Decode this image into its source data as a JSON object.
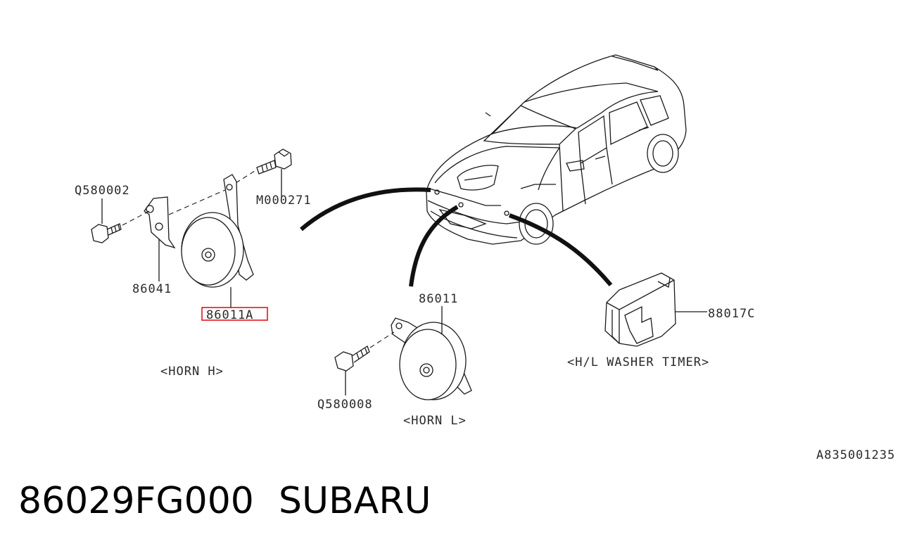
{
  "diagram": {
    "labels": {
      "q580002": "Q580002",
      "m000271": "M000271",
      "p86041": "86041",
      "p86011a": "86011A",
      "p86011": "86011",
      "q580008": "Q580008",
      "p88017c": "88017C",
      "ref_code": "A835001235"
    },
    "captions": {
      "horn_h": "<HORN H>",
      "horn_l": "<HORN L>",
      "washer_timer": "<H/L WASHER TIMER>"
    },
    "highlight_color": "#e0161e"
  },
  "footer": {
    "part_number": "86029FG000",
    "brand": "SUBARU"
  }
}
